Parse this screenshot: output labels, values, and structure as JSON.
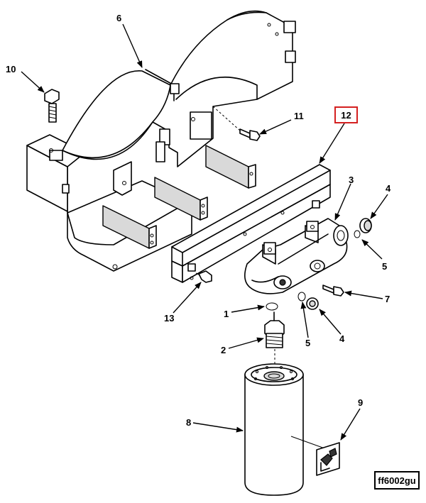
{
  "diagram": {
    "reference_code": "ff6002gu",
    "highlighted_callout": "12",
    "highlight_color": "#d42020",
    "callouts": [
      {
        "id": "c1",
        "label": "1"
      },
      {
        "id": "c2",
        "label": "2"
      },
      {
        "id": "c3",
        "label": "3"
      },
      {
        "id": "c4a",
        "label": "4"
      },
      {
        "id": "c4b",
        "label": "4"
      },
      {
        "id": "c5a",
        "label": "5"
      },
      {
        "id": "c5b",
        "label": "5"
      },
      {
        "id": "c6",
        "label": "6"
      },
      {
        "id": "c7",
        "label": "7"
      },
      {
        "id": "c8",
        "label": "8"
      },
      {
        "id": "c9",
        "label": "9"
      },
      {
        "id": "c10",
        "label": "10"
      },
      {
        "id": "c11",
        "label": "11"
      },
      {
        "id": "c13",
        "label": "13"
      }
    ]
  }
}
